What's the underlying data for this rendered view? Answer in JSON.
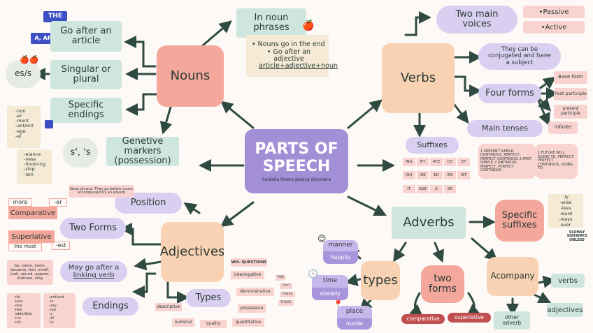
{
  "center": {
    "title": "PARTS OF SPEECH",
    "authors": "Saldaña Rivera Jessica Shiomara"
  },
  "nouns": {
    "title": "Nouns",
    "the": "THE",
    "a_an": "A, AN",
    "go_after_article": "Go after an article",
    "singular_plural": "Singular or plural",
    "es_s": "es/s",
    "specific_endings": "Specific endings",
    "endings_a": [
      "-tion",
      "-er",
      "-ment",
      "-ant/ent",
      "-age",
      "-al"
    ],
    "endings_b": [
      "-e/ance",
      "-ness",
      "-hood-ing",
      "-ship",
      "-ism"
    ],
    "genitive": "Genetive markers (possession)",
    "genitive_marks": "s', 's",
    "phrases_title": "In noun phrases",
    "phrases_items": [
      "Nouns go in the end",
      "Go after an adjective"
    ],
    "phrases_rule": "article+adjective+noun"
  },
  "verbs": {
    "title": "Verbs",
    "two_voices": "Two main voices",
    "passive": "Passive",
    "active": "Active",
    "conjugated": "They can be conjugated and have a subject",
    "four_forms": "Four forms",
    "forms": [
      "Base form",
      "Past participle",
      "present participle",
      "infinite"
    ],
    "main_tenses": "Main tenses",
    "tenses_present": "1.PRESENT SIMPLE, CONTINOUS, PERFECT, PERFECT CONTINOUS 2.PAST SIMPLE, CONTINOUS, PERFECT, PERFECT CONTINOUS",
    "tenses_future": "1.FUTURE WILL, GOING TO, PERFECT, PERFECT CONTINOUS, GOING TO",
    "suffixes": "Suffixes",
    "suffix_list": [
      "ING",
      "IFY",
      "ATE",
      "CH",
      "ET",
      "ISH",
      "ISE",
      "ED",
      "EN",
      "IST",
      "IT",
      "AGE",
      "S",
      "ER"
    ]
  },
  "adjectives": {
    "title": "Adjectives",
    "position": "Position",
    "position_note": "Noun phrase: They go before nouns accompanied by an adverb",
    "two_forms": "Two Forms",
    "comparative": "Comparative",
    "more": "more",
    "er": "-er",
    "superlative": "Superlative",
    "the_most": "the most",
    "est": "-est",
    "linking_prefix": "May go after a",
    "linking_verb": "linking verb",
    "linking_examples": "be, seem, taste, became, feel, smell, look, sound, appear, indicate, stay",
    "endings": "Endings",
    "endings_a": [
      "-ful",
      "-less",
      "-ous",
      "-like",
      "-able/ible",
      "-ive",
      "-ish"
    ],
    "endings_b": [
      "-ent/ant",
      "-ic",
      "-ary",
      "-ian",
      "-y",
      "-al",
      "-ly"
    ],
    "types": "Types",
    "type_list": [
      "descriptive",
      "numeral",
      "quality",
      "quantitative",
      "possessive",
      "demonstrative",
      "interrogative"
    ],
    "wh": "WH- QUESTIONS",
    "demonstratives": [
      "THIS",
      "THAT",
      "THESE",
      "THOSE"
    ]
  },
  "adverbs": {
    "title": "Adverbs",
    "specific_suffixes": "Specific suffixes",
    "suffix_list": [
      "-ly",
      "-wise",
      "-less",
      "-ward",
      "-ways",
      "ever"
    ],
    "sample": "SLOWLY SIDEWAYS UNLESS",
    "types": "types",
    "manner": "manner",
    "happily": "happily",
    "time": "time",
    "already": "already",
    "place": "place",
    "inside": "inside",
    "two_forms": "two forms",
    "comparative": "comparative",
    "superlative": "superlative",
    "accompany": "Acompany",
    "verbs": "verbs",
    "adjectives": "adjectives",
    "other_adverb": "other adverb"
  }
}
